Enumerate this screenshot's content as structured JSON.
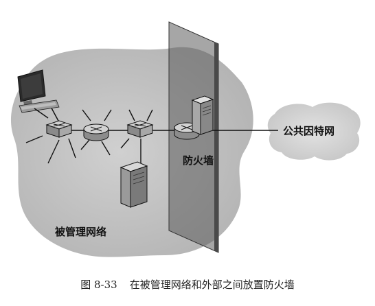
{
  "diagram": {
    "labels": {
      "managed_network": "被管理网络",
      "firewall": "防火墙",
      "public_internet": "公共因特网"
    },
    "colors": {
      "managed_cloud": "#c4c4c4",
      "internet_cloud": "#d6d6d6",
      "firewall_panel": "#5c5c5c",
      "lines": "#111111"
    }
  },
  "caption": {
    "number": "图 8-33",
    "text": "在被管理网络和外部之间放置防火墙"
  }
}
